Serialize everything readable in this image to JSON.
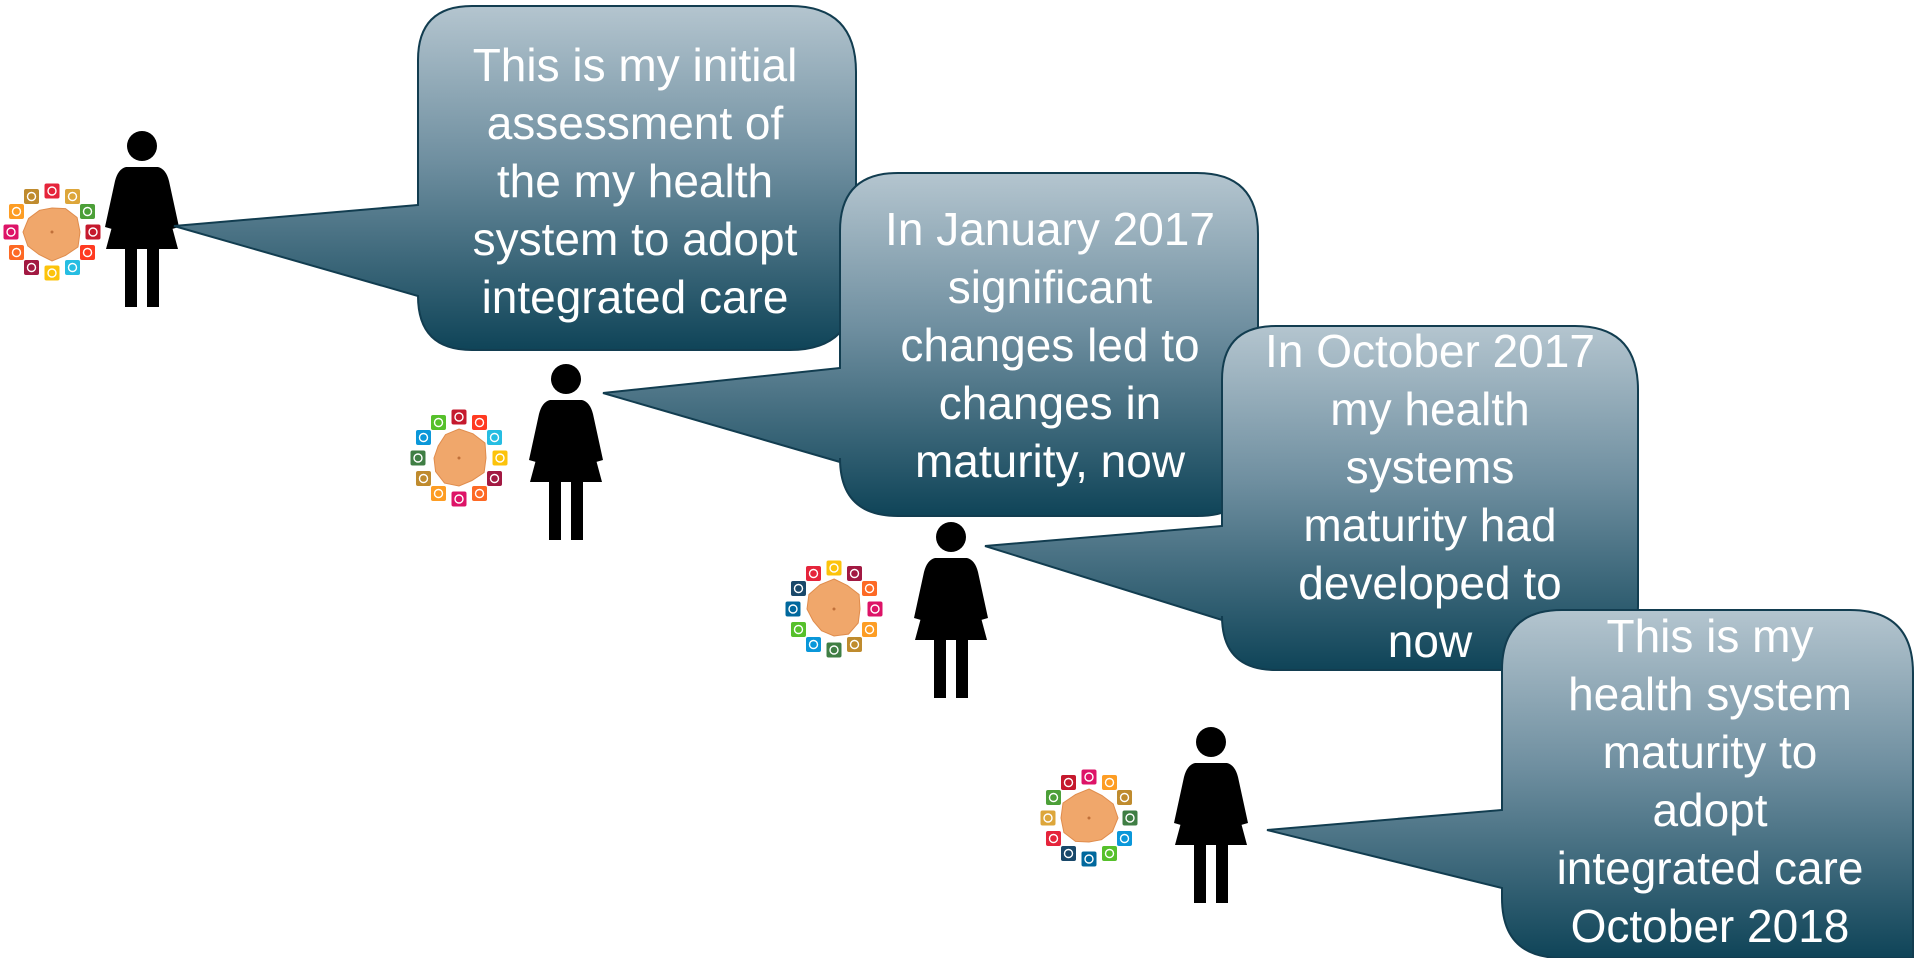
{
  "colors": {
    "bubble_top": "#b4c5cf",
    "bubble_bottom": "#0f4458",
    "bubble_border": "#123d50",
    "person": "#000000",
    "radar_fill": "#f0a76b",
    "badge_colors": [
      "#e5243b",
      "#dda63a",
      "#4c9f38",
      "#c5192d",
      "#ff3a21",
      "#26bde2",
      "#fcc30b",
      "#a21942",
      "#fd6925",
      "#dd1367",
      "#fd9d24",
      "#bf8b2e",
      "#3f7e44",
      "#0a97d9",
      "#56c02b",
      "#00689d",
      "#19486a"
    ]
  },
  "icons": [
    "radar-wheel-icon",
    "person-female-icon"
  ],
  "steps": [
    {
      "lines": [
        "This is my initial",
        "assessment of",
        "the my health",
        "system to adopt",
        "integrated care"
      ]
    },
    {
      "lines": [
        "In January 2017",
        "significant",
        "changes led to",
        "changes in",
        "maturity, now"
      ]
    },
    {
      "lines": [
        "In October 2017",
        "my health",
        "systems",
        "maturity had",
        "developed to",
        "now"
      ]
    },
    {
      "lines": [
        "This is my",
        "health system",
        "maturity to",
        "adopt",
        "integrated care",
        "October 2018"
      ]
    }
  ]
}
